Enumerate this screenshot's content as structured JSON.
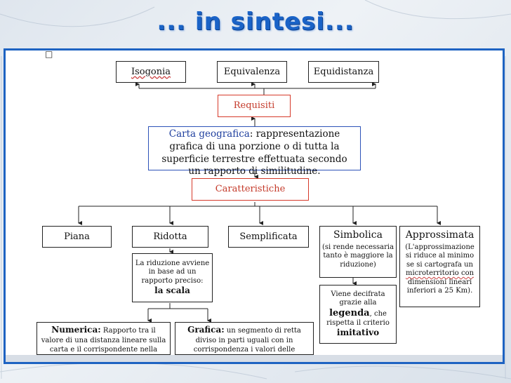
{
  "title": "... in sintesi...",
  "bullet": "□",
  "requirements": {
    "isogonia": "Isogonia",
    "equivalenza": "Equivalenza",
    "equidistanza": "Equidistanza",
    "label": "Requisiti"
  },
  "definition": {
    "term": "Carta geografica",
    "rest": ": rappresentazione grafica di una porzione o di tutta la superficie terrestre effettuata secondo un rapporto di similitudine."
  },
  "characteristics": {
    "label": "Caratteristiche",
    "piana": "Piana",
    "ridotta": "Ridotta",
    "semplificata": "Semplificata",
    "simbolica": "Simbolica",
    "approssimata": "Approssimata"
  },
  "notes": {
    "simbolica_1": "(si rende necessaria",
    "simbolica_2": "tanto è maggiore la",
    "simbolica_3": "riduzione)",
    "approssimata_1": "(L'approssimazione",
    "approssimata_2": "si riduce al minimo",
    "approssimata_3": "se si cartografa un",
    "approssimata_4": "microterritorio con",
    "approssimata_5": "dimensioni lineari",
    "approssimata_6": "inferiori a 25 Km).",
    "riduzione_1": "La riduzione avviene",
    "riduzione_2": "in base ad un",
    "riduzione_3": "rapporto preciso:",
    "riduzione_4": "la scala",
    "legenda_1": "Viene decifrata",
    "legenda_2": "grazie alla",
    "legenda_3": "legenda",
    "legenda_4": ", che",
    "legenda_5": "rispetta il criterio",
    "legenda_6": "imitativo"
  },
  "scales": {
    "numerica_term": "Numerica:",
    "numerica_text": " Rapporto tra il valore di una distanza lineare sulla carta e il corrispondente nella realtà.",
    "grafica_term": "Grafica:",
    "grafica_text": " un segmento di retta diviso in parti uguali con in corrispondenza i valori delle distanze reali."
  }
}
